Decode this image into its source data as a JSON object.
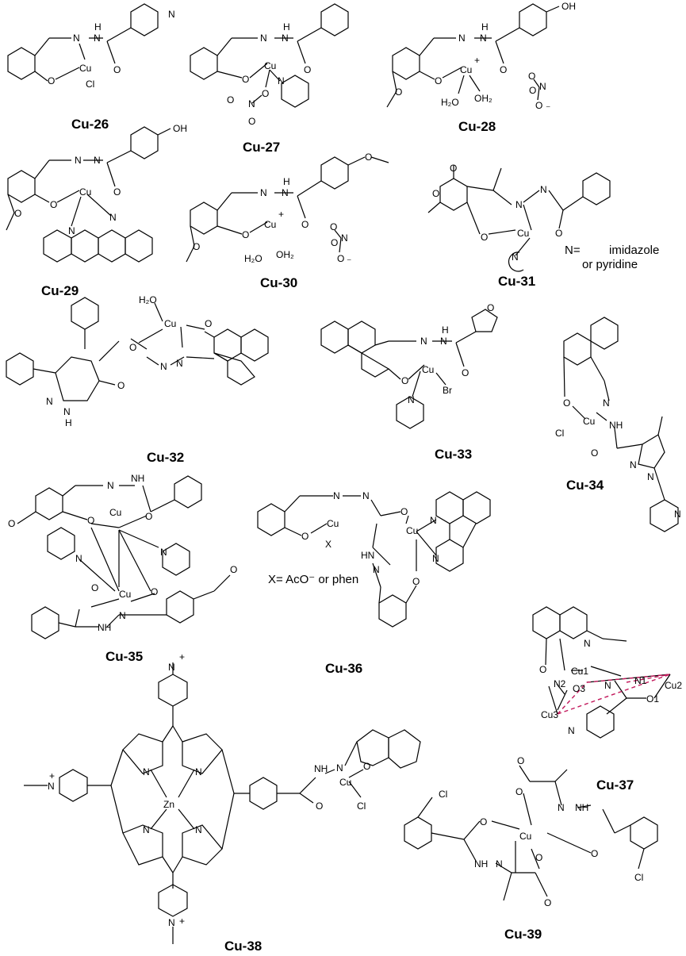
{
  "compounds": [
    {
      "id": "Cu-26"
    },
    {
      "id": "Cu-27"
    },
    {
      "id": "Cu-28"
    },
    {
      "id": "Cu-29"
    },
    {
      "id": "Cu-30"
    },
    {
      "id": "Cu-31"
    },
    {
      "id": "Cu-32"
    },
    {
      "id": "Cu-33"
    },
    {
      "id": "Cu-34"
    },
    {
      "id": "Cu-35"
    },
    {
      "id": "Cu-36"
    },
    {
      "id": "Cu-37"
    },
    {
      "id": "Cu-38"
    },
    {
      "id": "Cu-39"
    }
  ],
  "notes": {
    "cu31_n_eq": "N=",
    "cu31_line1": "imidazole",
    "cu31_line2": "or pyridine",
    "cu36_x": "X= AcO⁻ or phen"
  },
  "atoms": {
    "cu": "Cu",
    "n": "N",
    "h": "H",
    "o": "O",
    "cl": "Cl",
    "br": "Br",
    "zn": "Zn",
    "oh": "OH",
    "h2o": "H₂O",
    "oh2": "OH₂",
    "nh": "NH",
    "hn": "HN",
    "x": "X",
    "plus": "+",
    "minus": "⁻",
    "cu1": "Cu1",
    "cu2": "Cu2",
    "cu3": "Cu3",
    "n1": "N1",
    "n2": "N2",
    "o1": "O1",
    "o3": "O3"
  }
}
